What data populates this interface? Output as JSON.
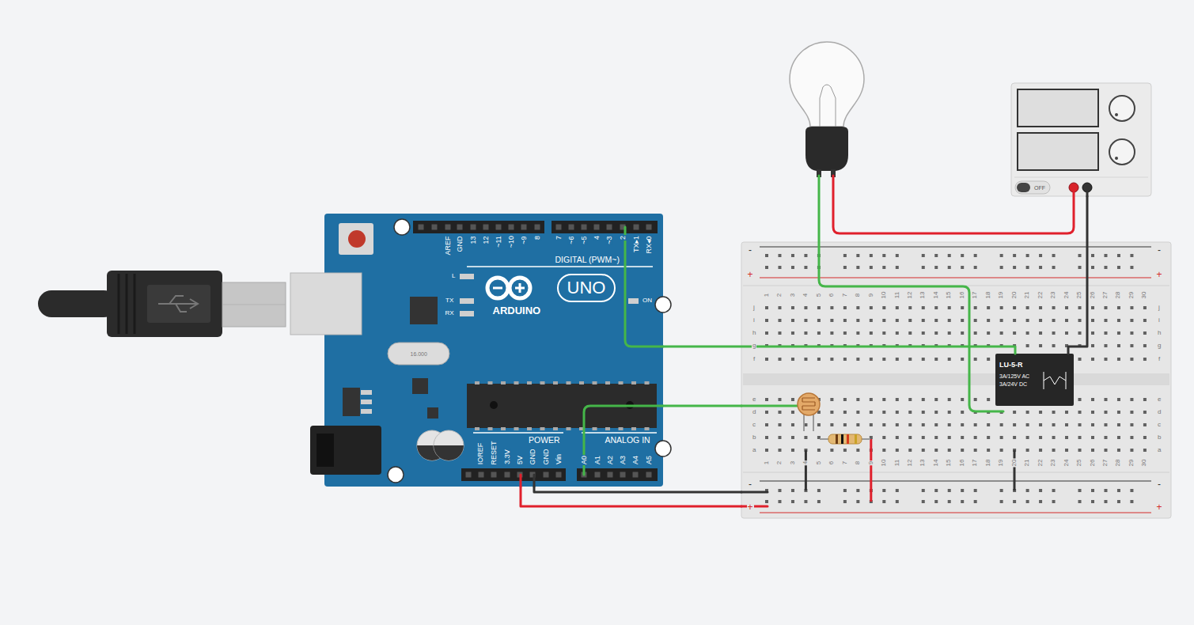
{
  "diagram": {
    "nodes": [
      {
        "text": [
          "OFF"
        ]
      },
      {
        "text": [
          "AREF",
          "GND",
          "13",
          "12",
          "~11",
          "~10",
          "~9",
          "8",
          "7",
          "~6",
          "~5",
          "4",
          "~3",
          "2",
          "TX▸1",
          "RX◂0",
          "DIGITAL (PWM~)",
          "L",
          "UNO",
          "TX",
          "ON",
          "ARDUINO",
          "RX",
          "16.000",
          "POWER",
          "ANALOG IN",
          "IOREF",
          "RESET",
          "3.3V",
          "5V",
          "GND",
          "GND",
          "Vin",
          "A0",
          "A1",
          "A2",
          "A3",
          "A4",
          "A5"
        ]
      },
      {
        "text": [
          "-",
          "-",
          "+",
          "+",
          "1",
          "2",
          "3",
          "4",
          "5",
          "6",
          "7",
          "8",
          "9",
          "10",
          "11",
          "12",
          "13",
          "14",
          "15",
          "16",
          "17",
          "18",
          "19",
          "20",
          "21",
          "22",
          "23",
          "24",
          "25",
          "26",
          "27",
          "28",
          "29",
          "30",
          "j",
          "j",
          "i",
          "i",
          "h",
          "h",
          "g",
          "g",
          "f",
          "f",
          "e",
          "e",
          "d",
          "d",
          "c",
          "c",
          "b",
          "b",
          "a",
          "a",
          "1",
          "2",
          "3",
          "4",
          "5",
          "6",
          "7",
          "8",
          "9",
          "10",
          "11",
          "12",
          "13",
          "14",
          "15",
          "16",
          "17",
          "18",
          "19",
          "20",
          "21",
          "22",
          "23",
          "24",
          "25",
          "26",
          "27",
          "28",
          "29",
          "30",
          "-",
          "-",
          "+",
          "+"
        ]
      },
      {
        "text": [
          "LU-5-R",
          "3A/125V AC",
          "3A/24V DC"
        ],
        "in": 2
      }
    ],
    "edges": [
      {
        "from": 1,
        "to": 3,
        "arrow": "none"
      },
      {
        "from": 1,
        "to": 2,
        "arrow": "none"
      },
      {
        "from": 1,
        "to": 2,
        "arrow": "none"
      },
      {
        "from": 1,
        "to": 2,
        "arrow": "none"
      },
      {
        "from": 0,
        "to": 3,
        "arrow": "none"
      }
    ]
  }
}
